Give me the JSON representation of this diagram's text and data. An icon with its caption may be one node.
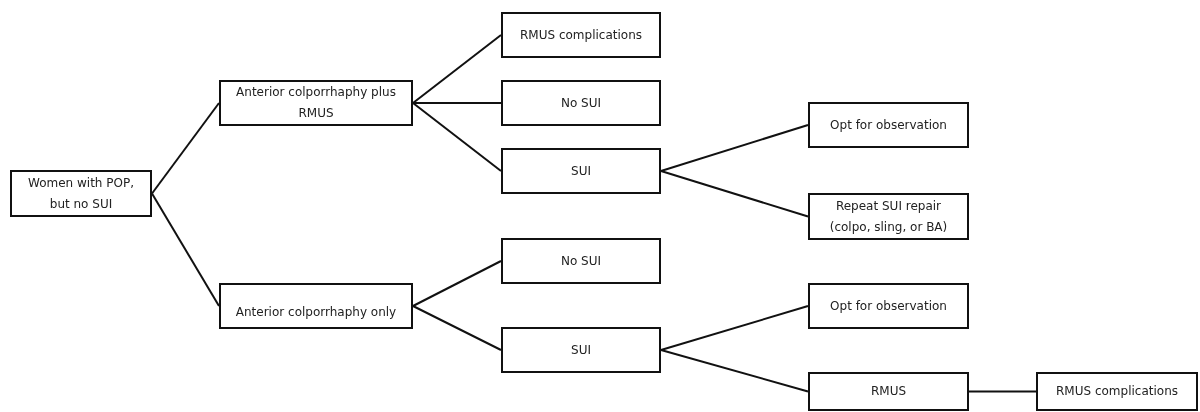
{
  "diagram": {
    "nodes": [
      {
        "text": [
          "Women with POP, but no SUI"
        ]
      },
      {
        "text": [
          "Anterior colporrhaphy plus RMUS"
        ]
      },
      {
        "text": [
          "RMUS complications"
        ]
      },
      {
        "text": [
          "No SUI"
        ]
      },
      {
        "text": [
          "SUI"
        ]
      },
      {
        "text": [
          "Opt for observation"
        ]
      },
      {
        "text": [
          "Repeat SUI repair (colpo, sling, or BA)"
        ]
      },
      {
        "text": [
          "Anterior colporrhaphy only"
        ]
      },
      {
        "text": [
          "No SUI"
        ]
      },
      {
        "text": [
          "SUI"
        ]
      },
      {
        "text": [
          "Opt for observation"
        ]
      },
      {
        "text": [
          "RMUS"
        ]
      },
      {
        "text": [
          "RMUS complications"
        ]
      }
    ],
    "edges": [
      {
        "from": 0,
        "to": 1,
        "arrow": "none"
      },
      {
        "from": 0,
        "to": 7,
        "arrow": "none"
      },
      {
        "from": 1,
        "to": 2,
        "arrow": "none"
      },
      {
        "from": 1,
        "to": 3,
        "arrow": "none"
      },
      {
        "from": 1,
        "to": 4,
        "arrow": "none"
      },
      {
        "from": 4,
        "to": 5,
        "arrow": "none"
      },
      {
        "from": 4,
        "to": 6,
        "arrow": "none"
      },
      {
        "from": 7,
        "to": 8,
        "arrow": "none"
      },
      {
        "from": 7,
        "to": 9,
        "arrow": "none"
      },
      {
        "from": 9,
        "to": 10,
        "arrow": "none"
      },
      {
        "from": 9,
        "to": 11,
        "arrow": "none"
      },
      {
        "from": 11,
        "to": 12,
        "arrow": "none"
      }
    ]
  }
}
